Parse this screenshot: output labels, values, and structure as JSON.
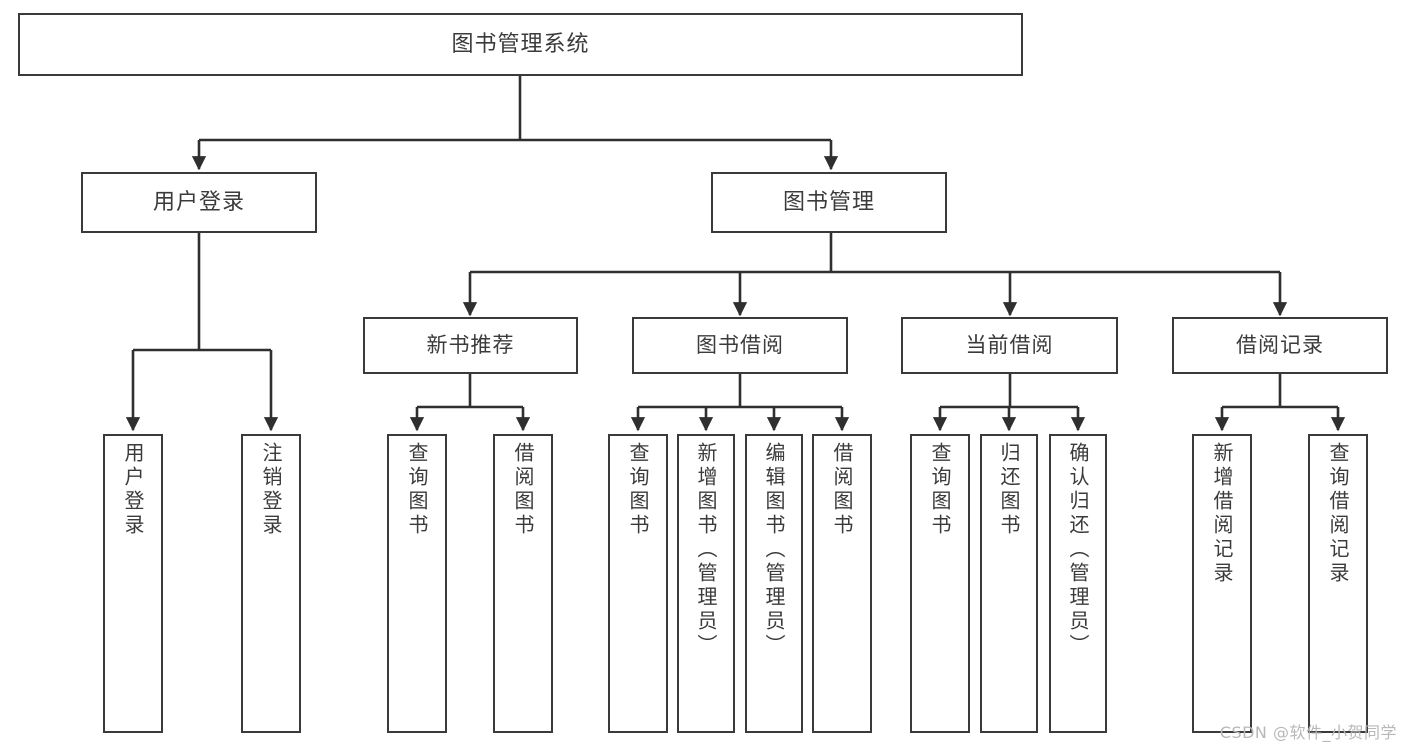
{
  "diagram": {
    "type": "tree-hierarchy",
    "title": "图书管理系统",
    "watermark": "CSDN @软件_小贺同学",
    "colors": {
      "box_border": "#3a3a3a",
      "box_fill": "#ffffff",
      "edge": "#2f2f2f",
      "text": "#3b3b3b",
      "watermark": "#b8b8b8"
    },
    "nodes": {
      "root": {
        "label": "图书管理系统"
      },
      "level1": [
        {
          "id": "user-login",
          "label": "用户登录"
        },
        {
          "id": "book-manage",
          "label": "图书管理"
        }
      ],
      "level2": [
        {
          "id": "new-book-recommend",
          "label": "新书推荐"
        },
        {
          "id": "book-borrow",
          "label": "图书借阅"
        },
        {
          "id": "current-borrow",
          "label": "当前借阅"
        },
        {
          "id": "borrow-record",
          "label": "借阅记录"
        }
      ],
      "leaves": {
        "user-login": [
          {
            "id": "leaf-user-login",
            "label": "用户登录"
          },
          {
            "id": "leaf-logout-login",
            "label": "注销登录"
          }
        ],
        "new-book-recommend": [
          {
            "id": "leaf-query-book-1",
            "label": "查询图书"
          },
          {
            "id": "leaf-borrow-book-1",
            "label": "借阅图书"
          }
        ],
        "book-borrow": [
          {
            "id": "leaf-query-book-2",
            "label": "查询图书"
          },
          {
            "id": "leaf-add-book",
            "label": "新增图书（管理员）"
          },
          {
            "id": "leaf-edit-book",
            "label": "编辑图书（管理员）"
          },
          {
            "id": "leaf-borrow-book-2",
            "label": "借阅图书"
          }
        ],
        "current-borrow": [
          {
            "id": "leaf-query-book-3",
            "label": "查询图书"
          },
          {
            "id": "leaf-return-book",
            "label": "归还图书"
          },
          {
            "id": "leaf-confirm-return",
            "label": "确认归还（管理员）"
          }
        ],
        "borrow-record": [
          {
            "id": "leaf-add-record",
            "label": "新增借阅记录"
          },
          {
            "id": "leaf-query-record",
            "label": "查询借阅记录"
          }
        ]
      }
    }
  }
}
